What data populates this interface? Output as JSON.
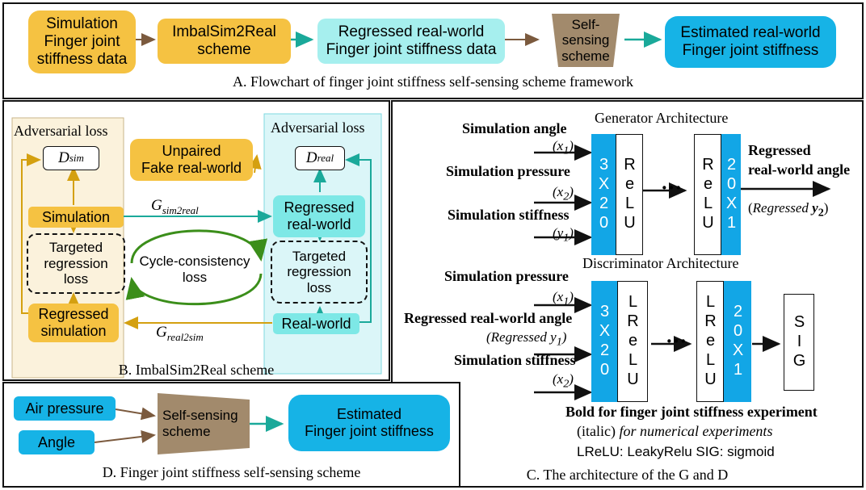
{
  "panel_a": {
    "box_simulation": "Simulation\nFinger joint\nstiffness data",
    "box_imbal": "ImbalSim2Real\nscheme",
    "box_regressed": "Regressed real-world\nFinger joint stiffness data",
    "box_selfsensing": "Self-sensing\nscheme",
    "box_estimated": "Estimated real-world\nFinger joint stiffness",
    "caption": "A. Flowchart of finger joint stiffness self-sensing scheme framework"
  },
  "panel_b": {
    "adv_loss_left": "Adversarial loss",
    "adv_loss_right": "Adversarial loss",
    "d_sim_base": "D",
    "d_sim_sub": "sim",
    "d_real_base": "D",
    "d_real_sub": "real",
    "unpaired": "Unpaired\nFake real-world",
    "simulation": "Simulation",
    "targeted_left": "Targeted\nregression\nloss",
    "regressed_sim": "Regressed\nsimulation",
    "regressed_real": "Regressed\nreal-world",
    "targeted_right": "Targeted\nregression\nloss",
    "real_world": "Real-world",
    "cycle": "Cycle-consistency\nloss",
    "g_sim2real_base": "G",
    "g_sim2real_sub": "sim2real",
    "g_real2sim_base": "G",
    "g_real2sim_sub": "real2sim",
    "caption": "B. ImbalSim2Real  scheme"
  },
  "panel_c": {
    "gen_title": "Generator Architecture",
    "disc_title": "Discriminator  Architecture",
    "sim_angle": "Simulation angle",
    "x1_gen": "(x",
    "x1_gen_sub": "1",
    "sim_pressure_gen": "Simulation pressure",
    "x2_gen": "(x",
    "x2_gen_sub": "2",
    "sim_stiffness_gen": "Simulation stiffness",
    "y1_gen": "(y",
    "y1_gen_sub": "1",
    "gen_in_layer": "3X20",
    "gen_relu1": "ReLU",
    "gen_relu2": "ReLU",
    "gen_out_layer": "20X1",
    "dots": "···",
    "regressed_label": "Regressed\nreal-world angle",
    "regressed_y2_base": "Regressed ",
    "regressed_y2_var": "y",
    "regressed_y2_sub": "2",
    "sim_pressure_disc": "Simulation pressure",
    "x1_disc": "(x",
    "x1_disc_sub": "1",
    "regressed_angle": "Regressed real-world angle",
    "regressed_y1_base": "(Regressed y",
    "regressed_y1_sub": "1",
    "sim_stiffness_disc": "Simulation stiffness",
    "x2_disc": "(x",
    "x2_disc_sub": "2",
    "disc_in_layer": "3X20",
    "disc_lrelu1": "LReLU",
    "disc_lrelu2": "LReLU",
    "disc_out_layer": "20X1",
    "disc_sig": "SIG",
    "note_bold": "Bold for finger joint stiffness  experiment",
    "note_italic_prefix": "(italic)",
    "note_italic": "for numerical experiments",
    "note_abbrev": "LReLU: LeakyRelu  SIG: sigmoid",
    "caption": "C. The architecture of the G and D"
  },
  "panel_d": {
    "air_pressure": "Air pressure",
    "angle": "Angle",
    "self_sensing": "Self-sensing\nscheme",
    "estimated": "Estimated\nFinger joint stiffness",
    "caption": "D. Finger joint stiffness self-sensing scheme"
  },
  "colors": {
    "yellow": "#f5c242",
    "cyan_light": "#7de8e6",
    "blue": "#16b3e6",
    "brown": "#a28a6c",
    "adv_left_bg": "#fbf2dc",
    "adv_right_bg": "#dbf6f8",
    "orange_arrow": "#d4a010",
    "teal_arrow": "#1aa99a",
    "green_arrow": "#3b8e1a",
    "layer_blue": "#12a6e6"
  }
}
